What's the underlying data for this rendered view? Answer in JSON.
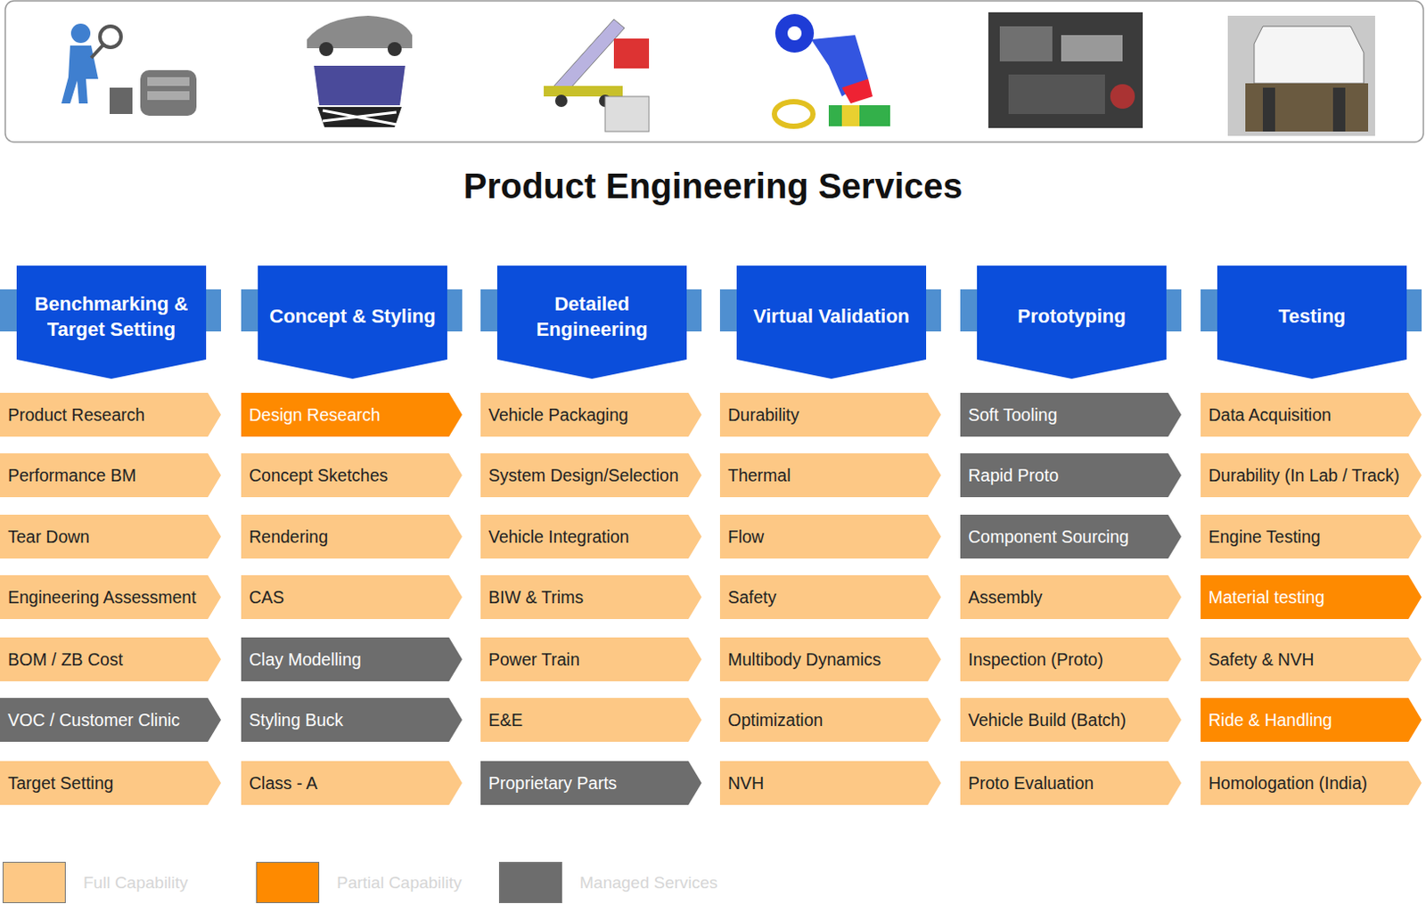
{
  "diagram": {
    "title": "Product Engineering Services",
    "nodes": [
      {
        "text": [
          "Benchmarking & Target Setting"
        ]
      },
      {
        "text": [
          "Product Research"
        ]
      },
      {
        "text": [
          "Performance BM"
        ]
      },
      {
        "text": [
          "Tear Down"
        ]
      },
      {
        "text": [
          "Engineering Assessment"
        ]
      },
      {
        "text": [
          "BOM / ZB Cost"
        ]
      },
      {
        "text": [
          "VOC / Customer Clinic"
        ]
      },
      {
        "text": [
          "Target Setting"
        ]
      },
      {
        "text": [
          "Concept & Styling"
        ]
      },
      {
        "text": [
          "Design Research"
        ]
      },
      {
        "text": [
          "Concept Sketches"
        ]
      },
      {
        "text": [
          "Rendering"
        ]
      },
      {
        "text": [
          "CAS"
        ]
      },
      {
        "text": [
          "Clay Modelling"
        ]
      },
      {
        "text": [
          "Styling Buck"
        ]
      },
      {
        "text": [
          "Class - A"
        ]
      },
      {
        "text": [
          "Detailed Engineering"
        ]
      },
      {
        "text": [
          "Vehicle Packaging"
        ]
      },
      {
        "text": [
          "System Design/Selection"
        ]
      },
      {
        "text": [
          "Vehicle Integration"
        ]
      },
      {
        "text": [
          "BIW & Trims"
        ]
      },
      {
        "text": [
          "Power Train"
        ]
      },
      {
        "text": [
          "E&E"
        ]
      },
      {
        "text": [
          "Proprietary Parts"
        ]
      },
      {
        "text": [
          "Virtual Validation"
        ]
      },
      {
        "text": [
          "Durability"
        ]
      },
      {
        "text": [
          "Thermal"
        ]
      },
      {
        "text": [
          "Flow"
        ]
      },
      {
        "text": [
          "Safety"
        ]
      },
      {
        "text": [
          "Multibody Dynamics"
        ]
      },
      {
        "text": [
          "Optimization"
        ]
      },
      {
        "text": [
          "NVH"
        ]
      },
      {
        "text": [
          "Prototyping"
        ]
      },
      {
        "text": [
          "Soft Tooling"
        ]
      },
      {
        "text": [
          "Rapid Proto"
        ]
      },
      {
        "text": [
          "Component Sourcing"
        ]
      },
      {
        "text": [
          "Assembly"
        ]
      },
      {
        "text": [
          "Inspection (Proto)"
        ]
      },
      {
        "text": [
          "Vehicle Build (Batch)"
        ]
      },
      {
        "text": [
          "Proto Evaluation"
        ]
      },
      {
        "text": [
          "Testing"
        ]
      },
      {
        "text": [
          "Data Acquisition"
        ]
      },
      {
        "text": [
          "Durability (In Lab / Track)"
        ]
      },
      {
        "text": [
          "Engine Testing"
        ]
      },
      {
        "text": [
          "Material testing"
        ]
      },
      {
        "text": [
          "Safety & NVH"
        ]
      },
      {
        "text": [
          "Ride & Handling"
        ]
      },
      {
        "text": [
          "Homologation (India)"
        ]
      }
    ],
    "legend": [
      {
        "text": "Full Capability",
        "color": "#fdc885"
      },
      {
        "text": "Partial Capability",
        "color": "#fe8a00"
      },
      {
        "text": "Managed Services",
        "color": "#6d6d6d"
      }
    ]
  }
}
